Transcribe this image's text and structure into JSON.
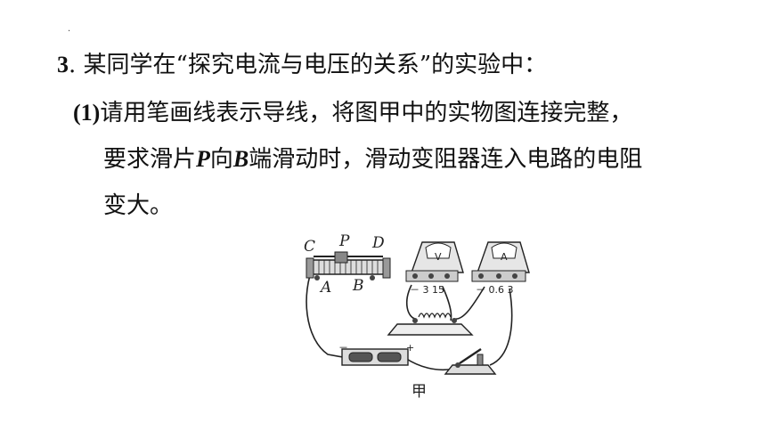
{
  "question": {
    "number": "3",
    "intro": ". 某同学在“探究电流与电压的关系”的实验中：",
    "part_label": "(1)",
    "part_line1": "请用笔画线表示导线，将图甲中的实物图连接完整，",
    "line2_a": "要求滑片",
    "line2_p": "P",
    "line2_b": "向",
    "line2_B": "B",
    "line2_c": "端滑动时，滑动变阻器连入电路的电阻",
    "line3": "变大。"
  },
  "figure": {
    "labels": {
      "C": "C",
      "P": "P",
      "D": "D",
      "A": "A",
      "B": "B"
    },
    "voltmeter": {
      "symbol": "V",
      "terminals": "－ 3 15"
    },
    "ammeter": {
      "symbol": "A",
      "terminals": "－ 0.6 3"
    },
    "battery": {
      "minus": "－",
      "plus": "+"
    },
    "caption": "甲"
  }
}
